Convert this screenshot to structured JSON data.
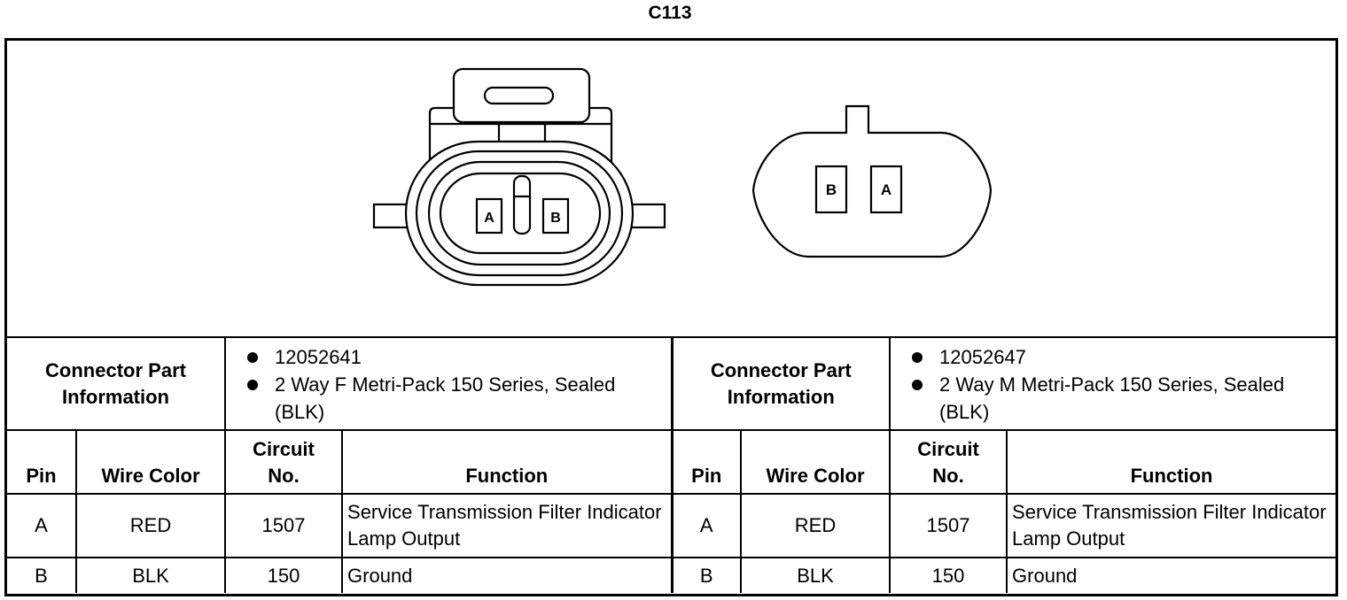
{
  "title": "C113",
  "connectors": [
    {
      "view": "female",
      "cavity_labels": [
        "A",
        "B"
      ],
      "info_label": "Connector Part Information",
      "info": [
        "12052641",
        "2 Way F Metri-Pack 150 Series, Sealed (BLK)"
      ],
      "headers": {
        "pin": "Pin",
        "wire_color": "Wire Color",
        "circuit": "Circuit No.",
        "function": "Function"
      },
      "rows": [
        {
          "pin": "A",
          "wire_color": "RED",
          "circuit": "1507",
          "function": "Service Transmission Filter Indicator Lamp Output"
        },
        {
          "pin": "B",
          "wire_color": "BLK",
          "circuit": "150",
          "function": "Ground"
        }
      ]
    },
    {
      "view": "male",
      "cavity_labels": [
        "B",
        "A"
      ],
      "info_label": "Connector Part Information",
      "info": [
        "12052647",
        "2 Way M Metri-Pack 150 Series, Sealed (BLK)"
      ],
      "headers": {
        "pin": "Pin",
        "wire_color": "Wire Color",
        "circuit": "Circuit No.",
        "function": "Function"
      },
      "rows": [
        {
          "pin": "A",
          "wire_color": "RED",
          "circuit": "1507",
          "function": "Service Transmission Filter Indicator Lamp Output"
        },
        {
          "pin": "B",
          "wire_color": "BLK",
          "circuit": "150",
          "function": "Ground"
        }
      ]
    }
  ]
}
